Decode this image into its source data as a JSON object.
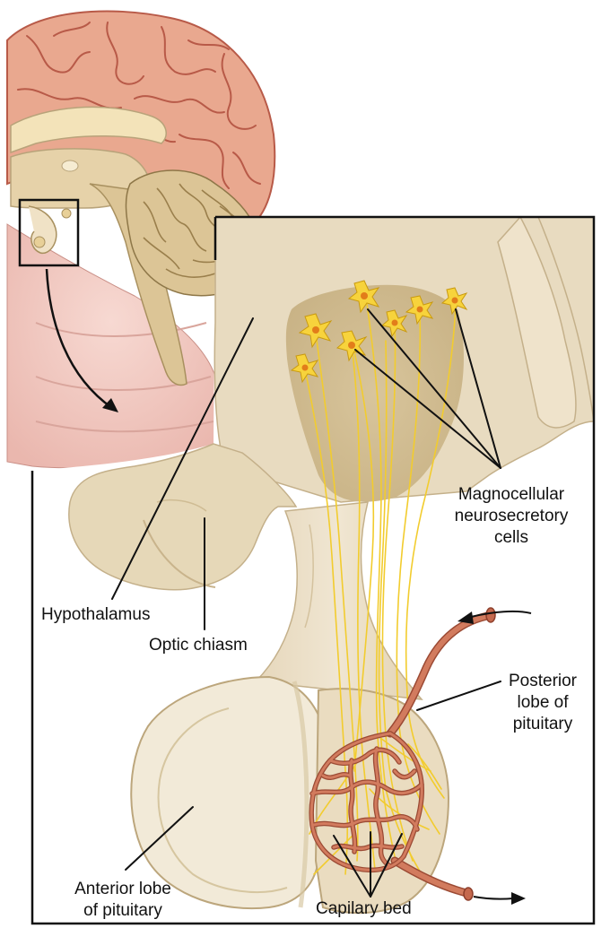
{
  "labels": {
    "magnocellular": [
      "Magnocellular",
      "neurosecretory",
      "cells"
    ],
    "hypothalamus": "Hypothalamus",
    "optic_chiasm": "Optic chiasm",
    "posterior_lobe": [
      "Posterior",
      "lobe of",
      "pituitary"
    ],
    "anterior_lobe": [
      "Anterior lobe",
      "of pituitary"
    ],
    "capillary_bed": "Capilary bed"
  },
  "colors": {
    "brain_pink": "#e9a88f",
    "brain_sulci": "#b85a48",
    "tissue_tan": "#e8dbc0",
    "tissue_light": "#f2ead8",
    "hypothalamus_dark": "#cdb78c",
    "neuron_yellow": "#f7d33c",
    "axon_yellow": "#f2cc2e",
    "capillary": "#d27b5e",
    "frame": "#111111"
  }
}
